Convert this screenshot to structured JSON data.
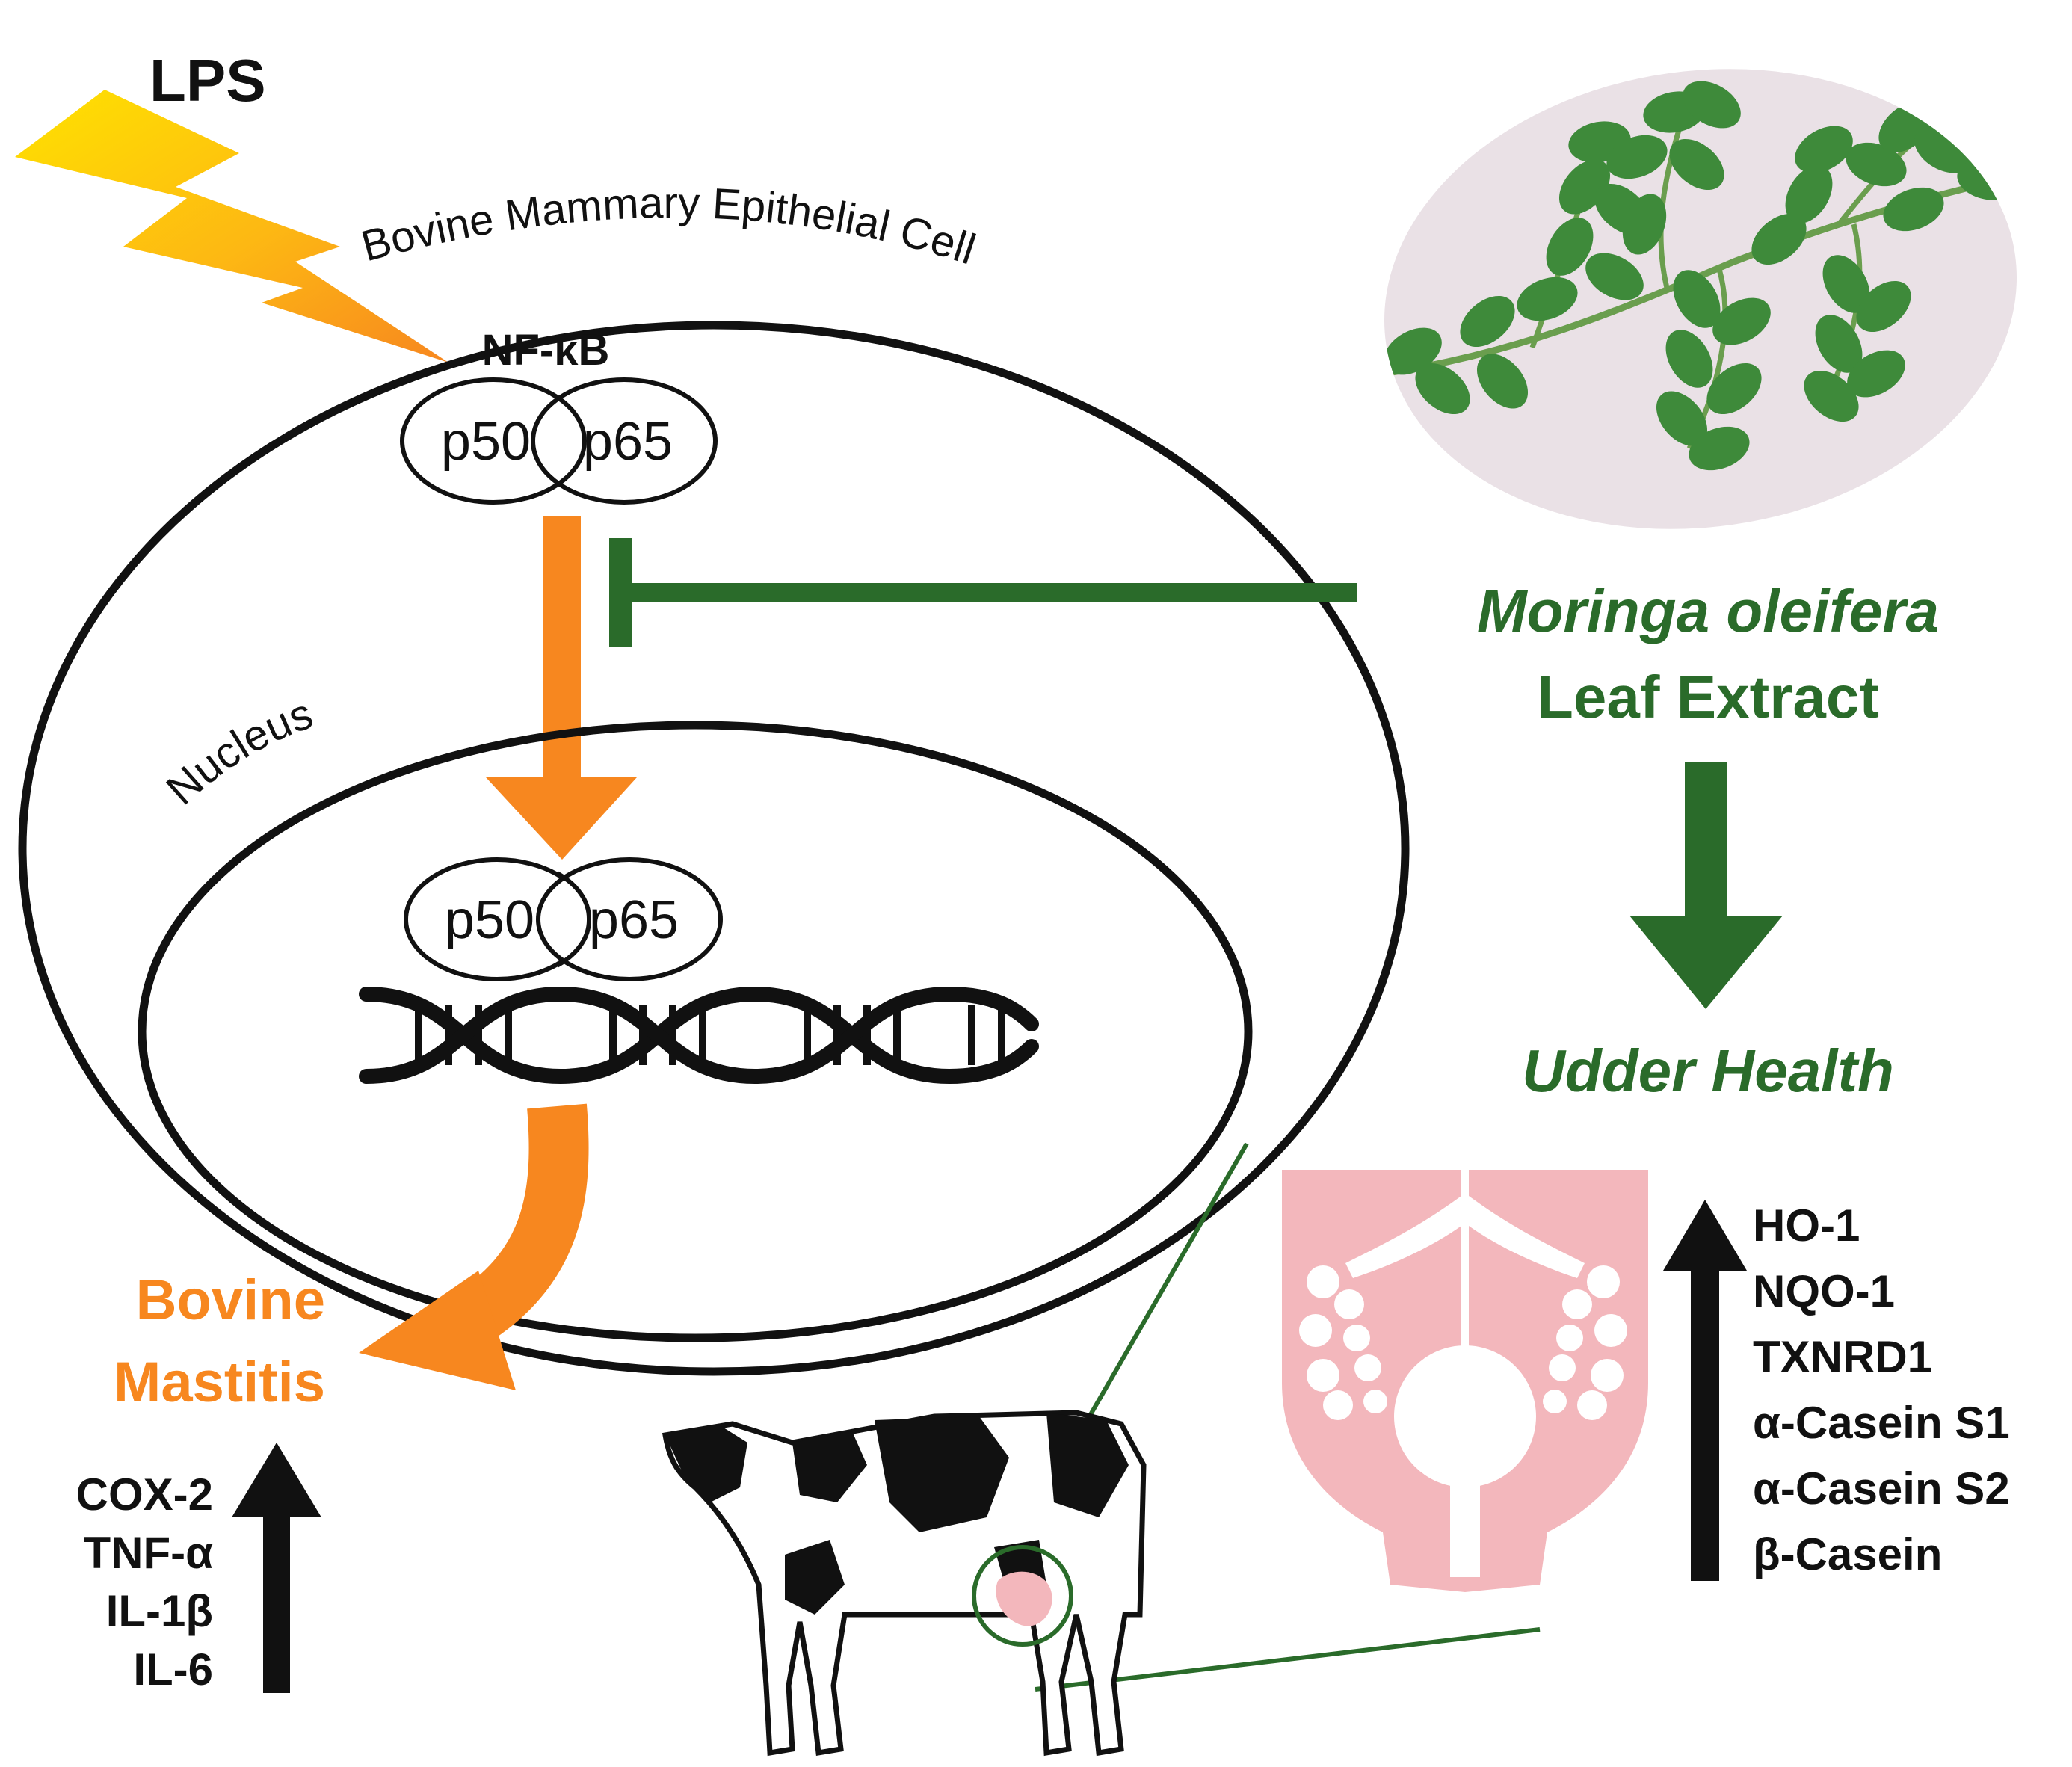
{
  "stimulus": {
    "label": "LPS"
  },
  "cell": {
    "label": "Bovine Mammary Epithelial Cell"
  },
  "nfkb": {
    "label": "NF-κB",
    "subunit_a": "p50",
    "subunit_b": "p65"
  },
  "nucleus": {
    "label": "Nucleus",
    "subunit_a": "p50",
    "subunit_b": "p65"
  },
  "extract": {
    "line1": "Moringa oleifera",
    "line2": "Leaf Extract"
  },
  "outcome_negative": {
    "line1": "Bovine",
    "line2": "Mastitis",
    "markers": [
      "COX-2",
      "TNF-α",
      "IL-1β",
      "IL-6"
    ]
  },
  "outcome_positive": {
    "label": "Udder Health",
    "markers": [
      "HO-1",
      "NQO-1",
      "TXNRD1",
      "α-Casein S1",
      "α-Casein S2",
      "β-Casein"
    ]
  },
  "colors": {
    "orange": "#F7871F",
    "green": "#2A6B2A",
    "black": "#111111",
    "udder_pink": "#F3B7BC",
    "leaf_bg": "#EAE1E6",
    "leaf_green": "#3E8A3A"
  }
}
